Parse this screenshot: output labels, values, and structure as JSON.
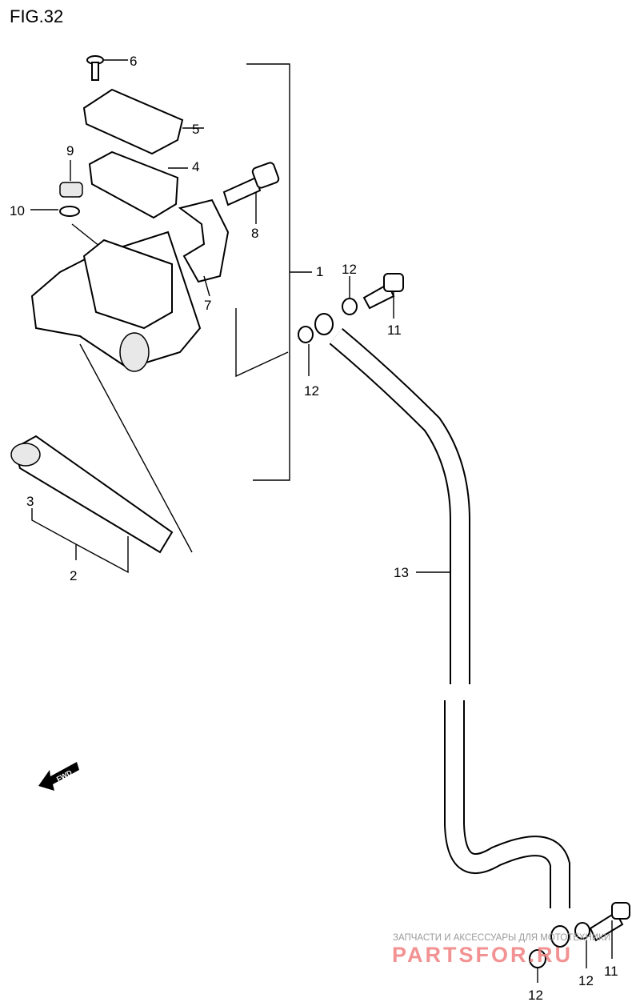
{
  "figure": {
    "title": "FIG.32"
  },
  "callouts": [
    {
      "id": "6",
      "text": "6"
    },
    {
      "id": "5",
      "text": "5"
    },
    {
      "id": "9",
      "text": "9"
    },
    {
      "id": "4",
      "text": "4"
    },
    {
      "id": "10",
      "text": "10"
    },
    {
      "id": "8",
      "text": "8"
    },
    {
      "id": "1",
      "text": "1"
    },
    {
      "id": "12a",
      "text": "12"
    },
    {
      "id": "7",
      "text": "7"
    },
    {
      "id": "11a",
      "text": "11"
    },
    {
      "id": "12b",
      "text": "12"
    },
    {
      "id": "3",
      "text": "3"
    },
    {
      "id": "2",
      "text": "2"
    },
    {
      "id": "13",
      "text": "13"
    },
    {
      "id": "12c",
      "text": "12"
    },
    {
      "id": "12d",
      "text": "12"
    },
    {
      "id": "11b",
      "text": "11"
    }
  ],
  "direction_badge": {
    "text": "FWD"
  },
  "watermark": {
    "tagline": "ЗАПЧАСТИ И АКСЕССУАРЫ ДЛЯ МОТОТЕХНИКИ",
    "brand": "PARTSFOR.RU"
  },
  "colors": {
    "watermark_red": "#f08080",
    "watermark_gray": "#9a9a9a"
  }
}
